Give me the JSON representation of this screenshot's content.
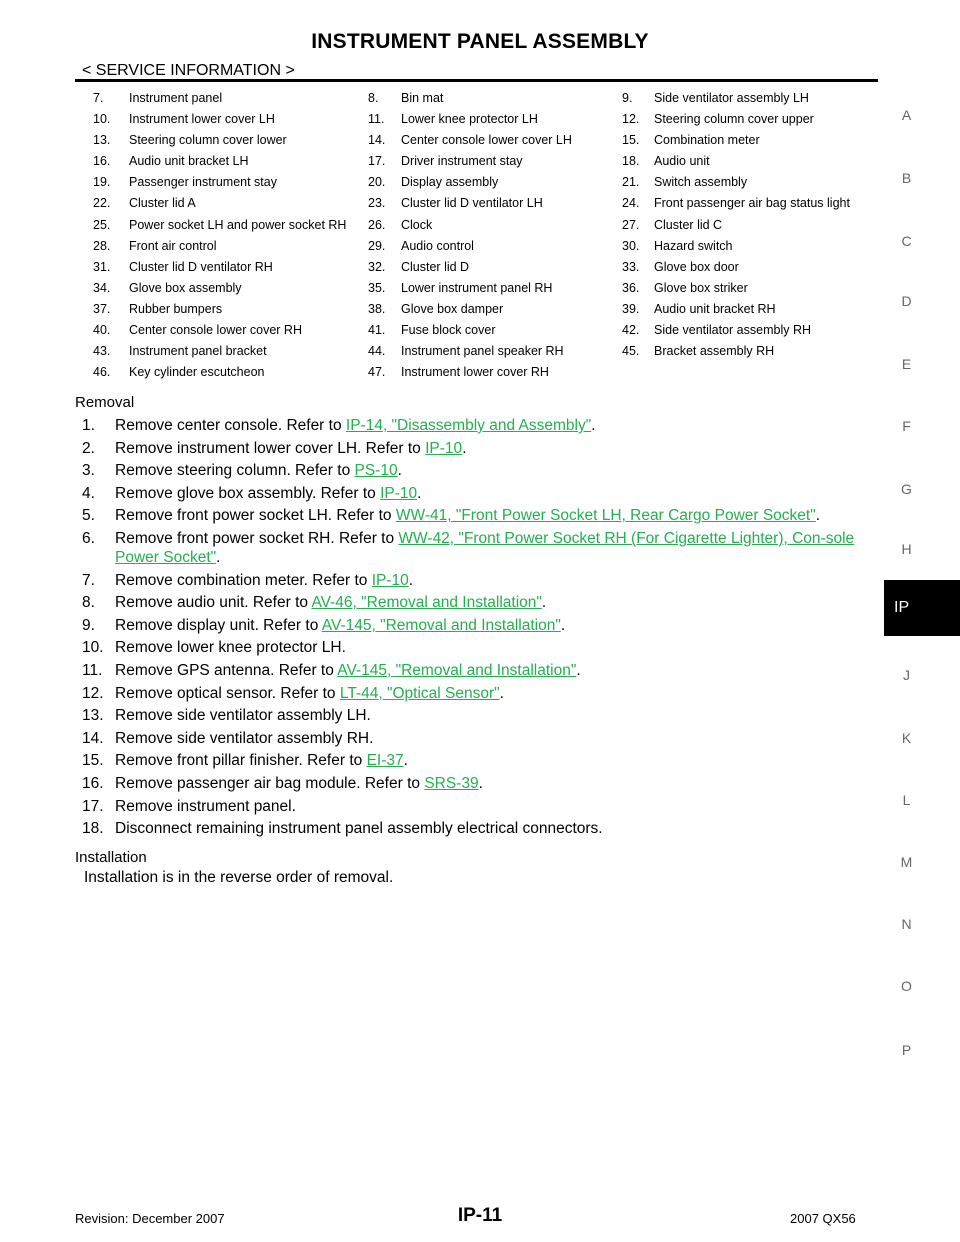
{
  "header": {
    "title": "INSTRUMENT PANEL ASSEMBLY",
    "section": "< SERVICE INFORMATION >"
  },
  "side_index": {
    "letters": [
      "A",
      "B",
      "C",
      "D",
      "E",
      "F",
      "G",
      "H",
      "IP",
      "J",
      "K",
      "L",
      "M",
      "N",
      "O",
      "P"
    ],
    "active": "IP"
  },
  "legend_rows": [
    [
      [
        "7.",
        "Instrument panel"
      ],
      [
        "8.",
        "Bin mat"
      ],
      [
        "9.",
        "Side ventilator assembly LH"
      ]
    ],
    [
      [
        "10.",
        "Instrument lower cover LH"
      ],
      [
        "11.",
        "Lower knee protector LH"
      ],
      [
        "12.",
        "Steering column cover upper"
      ]
    ],
    [
      [
        "13.",
        "Steering column cover lower"
      ],
      [
        "14.",
        "Center console lower cover LH"
      ],
      [
        "15.",
        "Combination meter"
      ]
    ],
    [
      [
        "16.",
        "Audio unit bracket LH"
      ],
      [
        "17.",
        "Driver instrument stay"
      ],
      [
        "18.",
        "Audio unit"
      ]
    ],
    [
      [
        "19.",
        "Passenger instrument stay"
      ],
      [
        "20.",
        "Display assembly"
      ],
      [
        "21.",
        "Switch assembly"
      ]
    ],
    [
      [
        "22.",
        "Cluster lid A"
      ],
      [
        "23.",
        "Cluster lid D ventilator LH"
      ],
      [
        "24.",
        "Front passenger air bag status light"
      ]
    ],
    [
      [
        "25.",
        "Power socket LH and power socket RH"
      ],
      [
        "26.",
        "Clock"
      ],
      [
        "27.",
        "Cluster lid C"
      ]
    ],
    [
      [
        "28.",
        "Front air control"
      ],
      [
        "29.",
        "Audio control"
      ],
      [
        "30.",
        "Hazard switch"
      ]
    ],
    [
      [
        "31.",
        "Cluster lid D ventilator RH"
      ],
      [
        "32.",
        "Cluster lid D"
      ],
      [
        "33.",
        "Glove box door"
      ]
    ],
    [
      [
        "34.",
        "Glove box assembly"
      ],
      [
        "35.",
        "Lower instrument panel RH"
      ],
      [
        "36.",
        "Glove box striker"
      ]
    ],
    [
      [
        "37.",
        "Rubber bumpers"
      ],
      [
        "38.",
        "Glove box damper"
      ],
      [
        "39.",
        "Audio unit bracket RH"
      ]
    ],
    [
      [
        "40.",
        "Center console lower cover RH"
      ],
      [
        "41.",
        "Fuse block cover"
      ],
      [
        "42.",
        "Side ventilator assembly RH"
      ]
    ],
    [
      [
        "43.",
        "Instrument panel bracket"
      ],
      [
        "44.",
        "Instrument panel speaker RH"
      ],
      [
        "45.",
        "Bracket assembly RH"
      ]
    ],
    [
      [
        "46.",
        "Key cylinder escutcheon"
      ],
      [
        "47.",
        "Instrument lower cover RH"
      ],
      [
        "",
        ""
      ]
    ]
  ],
  "removal": {
    "heading": "Removal",
    "steps": [
      {
        "n": "1.",
        "text": "Remove center console. Refer to ",
        "link": "IP-14, \"Disassembly and Assembly\"",
        "after": "."
      },
      {
        "n": "2.",
        "text": "Remove instrument lower cover LH. Refer to ",
        "link": "IP-10",
        "after": "."
      },
      {
        "n": "3.",
        "text": "Remove steering column. Refer to ",
        "link": "PS-10",
        "after": "."
      },
      {
        "n": "4.",
        "text": "Remove glove box assembly. Refer to ",
        "link": "IP-10",
        "after": "."
      },
      {
        "n": "5.",
        "text": "Remove front power socket LH. Refer to ",
        "link": "WW-41, \"Front Power Socket LH, Rear Cargo Power Socket\"",
        "after": "."
      },
      {
        "n": "6.",
        "text": "Remove front power socket RH. Refer to ",
        "link": "WW-42, \"Front Power Socket RH (For Cigarette Lighter), Con-sole Power Socket\"",
        "after": "."
      },
      {
        "n": "7.",
        "text": "Remove combination meter. Refer to ",
        "link": "IP-10",
        "after": "."
      },
      {
        "n": "8.",
        "text": "Remove audio unit. Refer to ",
        "link": "AV-46, \"Removal and Installation\"",
        "after": "."
      },
      {
        "n": "9.",
        "text": "Remove display unit. Refer to ",
        "link": "AV-145, \"Removal and Installation\"",
        "after": "."
      },
      {
        "n": "10.",
        "text": "Remove lower knee protector LH.",
        "link": "",
        "after": ""
      },
      {
        "n": "11.",
        "text": "Remove GPS antenna. Refer to ",
        "link": "AV-145, \"Removal and Installation\"",
        "after": "."
      },
      {
        "n": "12.",
        "text": "Remove optical sensor. Refer to ",
        "link": "LT-44, \"Optical Sensor\"",
        "after": "."
      },
      {
        "n": "13.",
        "text": "Remove side ventilator assembly LH.",
        "link": "",
        "after": ""
      },
      {
        "n": "14.",
        "text": "Remove side ventilator assembly RH.",
        "link": "",
        "after": ""
      },
      {
        "n": "15.",
        "text": "Remove front pillar finisher. Refer to ",
        "link": "EI-37",
        "after": "."
      },
      {
        "n": "16.",
        "text": "Remove passenger air bag module. Refer to ",
        "link": "SRS-39",
        "after": "."
      },
      {
        "n": "17.",
        "text": "Remove instrument panel.",
        "link": "",
        "after": ""
      },
      {
        "n": "18.",
        "text": "Disconnect remaining instrument panel assembly electrical connectors.",
        "link": "",
        "after": ""
      }
    ]
  },
  "installation": {
    "heading": "Installation",
    "text": "Installation is in the reverse order of removal."
  },
  "footer": {
    "revision": "Revision: December 2007",
    "page": "IP-11",
    "model": "2007 QX56"
  },
  "colors": {
    "link": "#22b14c",
    "index_active_bg": "#000000"
  }
}
